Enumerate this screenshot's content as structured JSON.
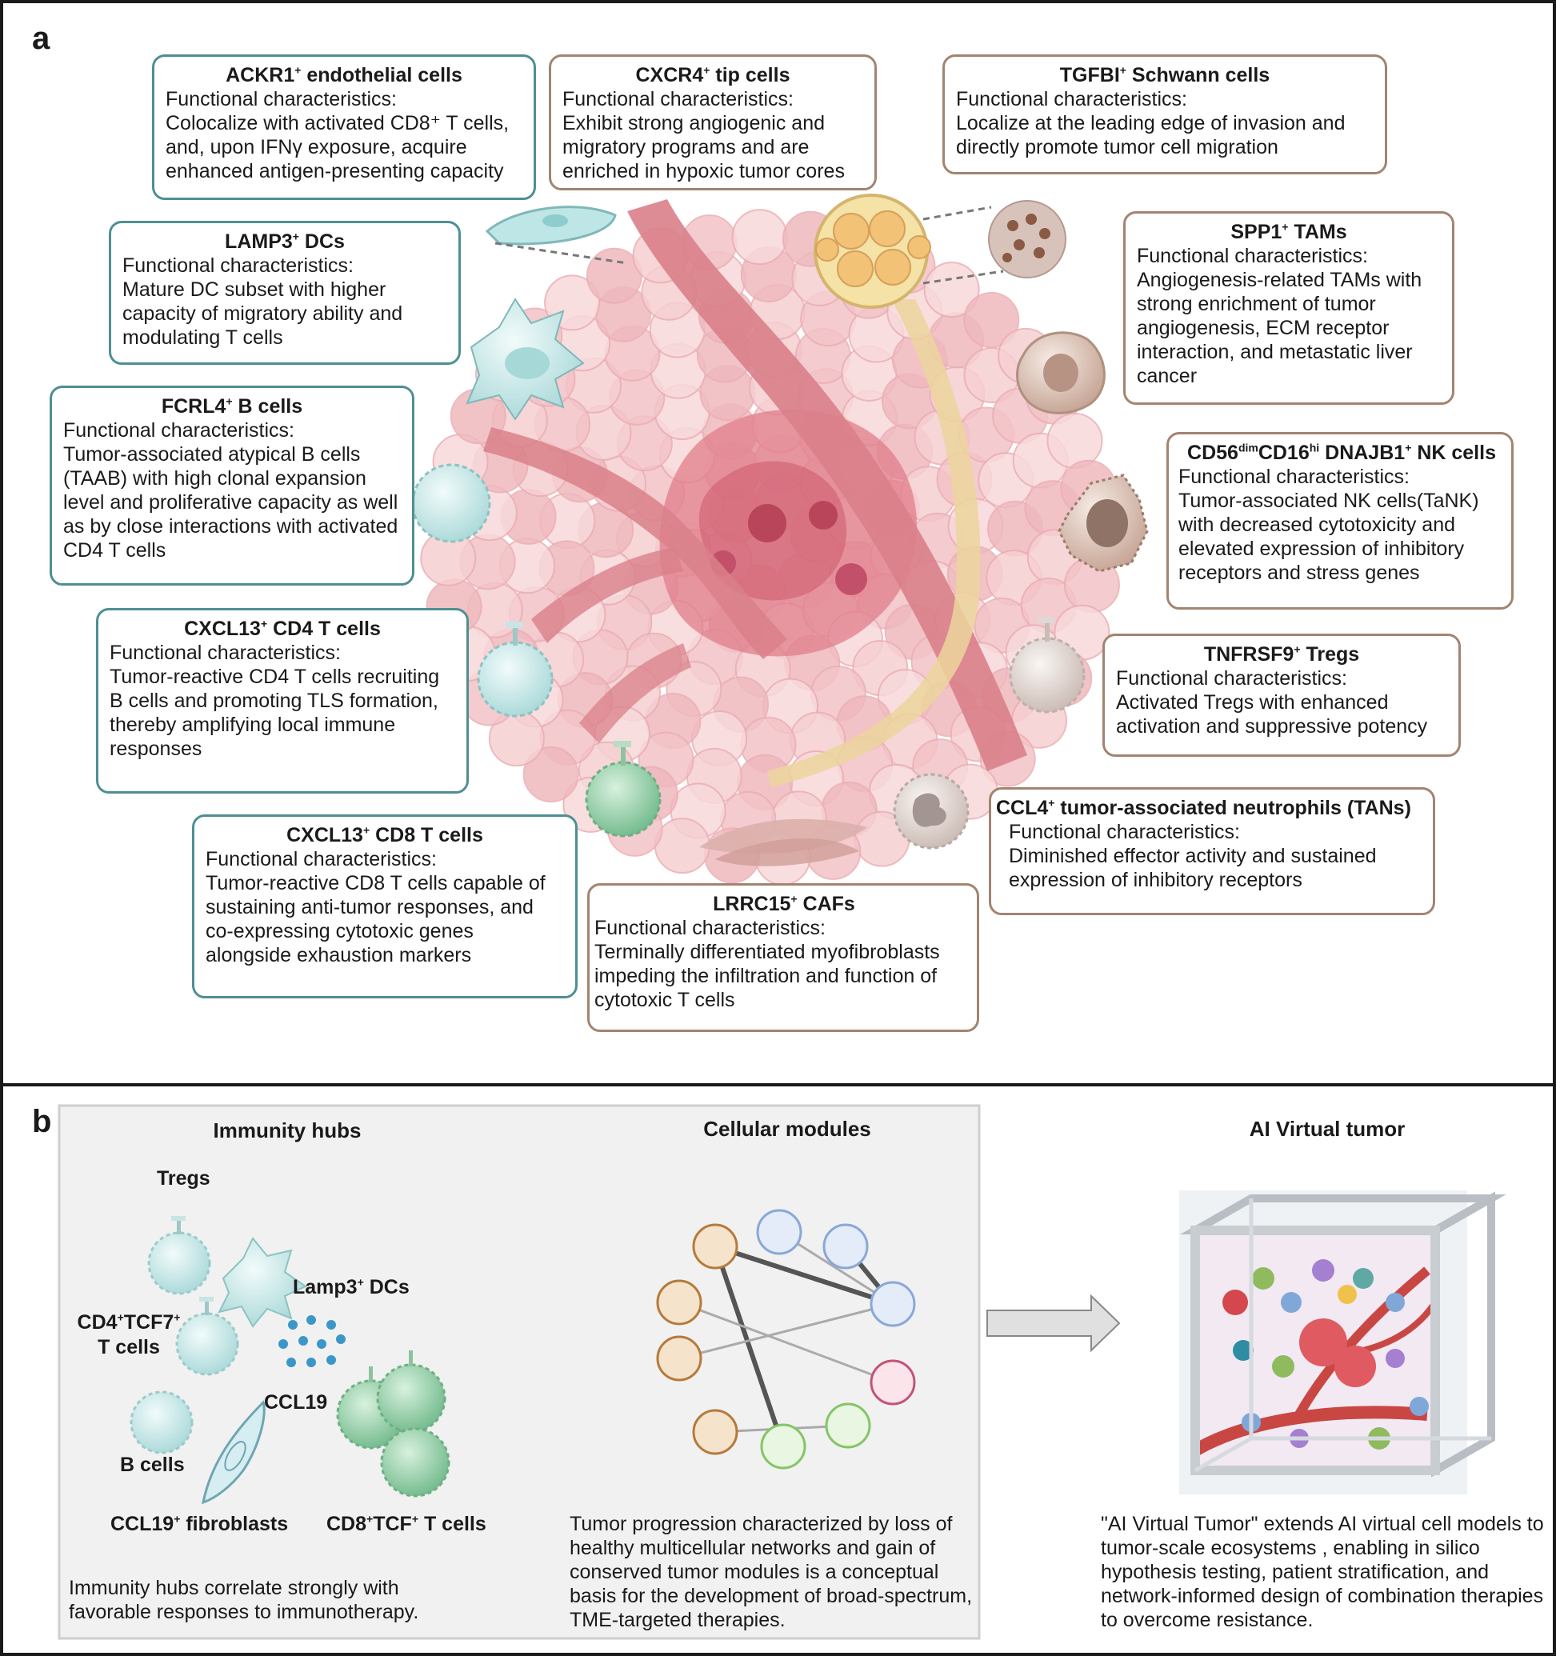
{
  "panel_a": {
    "label": "a",
    "boxes": [
      {
        "id": "ackr1",
        "pre": "ACKR1",
        "sup": "+",
        "post": " endothelial cells",
        "fc": "Functional characteristics:",
        "desc": "Colocalize with activated CD8⁺ T cells, and, upon IFNγ exposure, acquire enhanced antigen-presenting capacity"
      },
      {
        "id": "cxcr4",
        "pre": "CXCR4",
        "sup": "+",
        "post": " tip cells",
        "fc": "Functional characteristics:",
        "desc": "Exhibit strong angiogenic and migratory programs and are enriched in hypoxic tumor cores"
      },
      {
        "id": "tgfbi",
        "pre": "TGFBI",
        "sup": "+",
        "post": " Schwann cells",
        "fc": "Functional characteristics:",
        "desc": "Localize at the leading edge of invasion and directly promote tumor cell migration"
      },
      {
        "id": "lamp3",
        "pre": "LAMP3",
        "sup": "+",
        "post": " DCs",
        "fc": "Functional characteristics:",
        "desc": "Mature DC subset with higher capacity of migratory ability and modulating T cells"
      },
      {
        "id": "spp1",
        "pre": "SPP1",
        "sup": "+",
        "post": " TAMs",
        "fc": "Functional characteristics:",
        "desc": "Angiogenesis-related TAMs with strong enrichment of tumor angiogenesis, ECM receptor interaction, and metastatic liver cancer"
      },
      {
        "id": "fcrl4",
        "pre": "FCRL4",
        "sup": "+",
        "post": " B cells",
        "fc": "Functional characteristics:",
        "desc": "Tumor-associated atypical B cells (TAAB) with high clonal expansion level and proliferative capacity as well as by close interactions with activated CD4 T cells"
      },
      {
        "id": "cd56",
        "pre": "CD56",
        "sup": "dim",
        "mid": "CD16",
        "sup2": "hi",
        "post": " DNAJB1",
        "sup3": "+",
        "post2": " NK cells",
        "fc": "Functional characteristics:",
        "desc": "Tumor-associated NK cells(TaNK) with decreased cytotoxicity and elevated expression of inhibitory receptors and stress genes"
      },
      {
        "id": "cxcl13cd4",
        "pre": "CXCL13",
        "sup": "+",
        "post": " CD4 T cells",
        "fc": "Functional characteristics:",
        "desc": "Tumor-reactive CD4 T cells recruiting B cells and promoting TLS formation, thereby amplifying local immune responses"
      },
      {
        "id": "tnfrsf9",
        "pre": "TNFRSF9",
        "sup": "+",
        "post": " Tregs",
        "fc": "Functional characteristics:",
        "desc": "Activated Tregs with enhanced activation and suppressive potency"
      },
      {
        "id": "ccl4",
        "pre": "CCL4",
        "sup": "+",
        "post": " tumor-associated neutrophils (TANs)",
        "fc": "Functional characteristics:",
        "desc": "Diminished effector activity and sustained expression of inhibitory receptors"
      },
      {
        "id": "cxcl13cd8",
        "pre": "CXCL13",
        "sup": "+",
        "post": " CD8 T cells",
        "fc": "Functional characteristics:",
        "desc": "Tumor-reactive CD8 T cells capable of sustaining anti-tumor responses, and co-expressing cytotoxic genes alongside exhaustion markers"
      },
      {
        "id": "lrrc15",
        "pre": "LRRC15",
        "sup": "+",
        "post": " CAFs",
        "fc": "Functional characteristics:",
        "desc": "Terminally differentiated myofibroblasts impeding the infiltration and function of cytotoxic T cells"
      }
    ]
  },
  "panel_b": {
    "label": "b",
    "immunity": {
      "title": "Immunity hubs",
      "tregs": "Tregs",
      "lamp3_pre": "Lamp3",
      "lamp3_sup": "+",
      "lamp3_post": " DCs",
      "cd4_a": "CD4",
      "cd4_sup1": "+",
      "cd4_b": "TCF7",
      "cd4_sup2": "+",
      "cd4_line2": "T cells",
      "ccl19": "CCL19",
      "bcells": "B cells",
      "fib_pre": "CCL19",
      "fib_sup": "+",
      "fib_post": " fibroblasts",
      "cd8_a": "CD8",
      "cd8_sup1": "+",
      "cd8_b": "TCF",
      "cd8_sup2": "+",
      "cd8_post": " T cells",
      "caption": "Immunity hubs correlate strongly with favorable responses to immunotherapy."
    },
    "modules": {
      "title": "Cellular modules",
      "caption": "Tumor progression characterized by loss of healthy multicellular networks and gain of conserved tumor modules is a conceptual basis for the development of broad-spectrum, TME-targeted therapies."
    },
    "virtual": {
      "title": "AI Virtual tumor",
      "caption": "\"AI Virtual Tumor\" extends AI virtual cell models to tumor-scale ecosystems , enabling in silico hypothesis testing, patient stratification, and network-informed design of combination therapies to overcome resistance."
    }
  },
  "colors": {
    "teal_border": "#4e8f93",
    "brown_border": "#a38470",
    "tumor_pink": "#f2b8bd",
    "vessel_red": "#d9808a",
    "nerve_yellow": "#ecd59c"
  }
}
